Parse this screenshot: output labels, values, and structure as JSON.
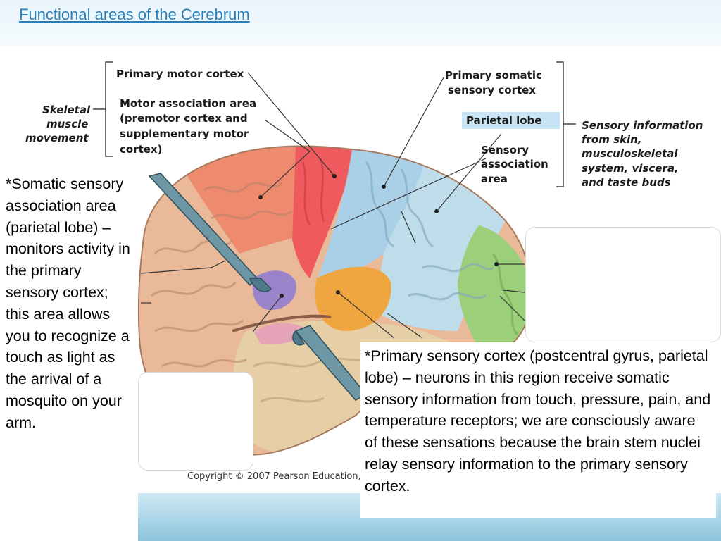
{
  "slide": {
    "title": "Functional areas of the Cerebrum"
  },
  "figure": {
    "labels": {
      "primary_motor_cortex": "Primary motor cortex",
      "motor_association_line1": "Motor association area",
      "motor_association_line2": "(premotor cortex and",
      "motor_association_line3": "supplementary motor",
      "motor_association_line4": "cortex)",
      "skeletal_line1": "Skeletal",
      "skeletal_line2": "muscle",
      "skeletal_line3": "movement",
      "primary_somatic_line1": "Primary  somatic",
      "primary_somatic_line2": "sensory  cortex",
      "parietal_lobe": "Parietal  lobe",
      "sensory_assoc_line1": "Sensory",
      "sensory_assoc_line2": "association",
      "sensory_assoc_line3": "area",
      "sensory_info_line1": "Sensory information",
      "sensory_info_line2": "from skin,",
      "sensory_info_line3": "musculoskeletal",
      "sensory_info_line4": "system, viscera,",
      "sensory_info_line5": "and taste buds"
    },
    "copyright": "Copyright © 2007 Pearson Education, I",
    "colors": {
      "frontal": "#e9b99a",
      "motor_association": "#ee8a6e",
      "primary_motor": "#ee5a5e",
      "somatic_sensory": "#a9d0e6",
      "parietal_assoc": "#bfdcea",
      "occipital": "#9ccf7a",
      "temporal": "#e6cfa6",
      "gustatory": "#9b84c9",
      "auditory": "#f0a640",
      "insula_pink": "#e5a3b8"
    }
  },
  "notes": {
    "left": "*Somatic sensory association area (parietal lobe) – monitors activity in the primary sensory cortex; this area allows you to recognize a touch as light as the arrival of a mosquito on your arm.",
    "right": "*Primary sensory cortex (postcentral gyrus, parietal lobe) – neurons in this region receive somatic sensory information from touch, pressure, pain, and temperature receptors; we are consciously aware of these sensations because the brain stem nuclei relay sensory information to the primary sensory cortex."
  }
}
